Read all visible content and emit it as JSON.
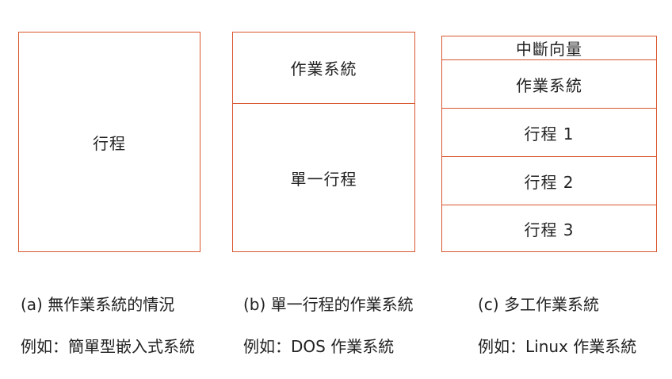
{
  "diagrams": [
    {
      "segments": [
        "行程"
      ],
      "caption": "(a) 無作業系統的情況",
      "example": "例如：簡單型嵌入式系統"
    },
    {
      "segments": [
        "作業系統",
        "單一行程"
      ],
      "caption": "(b) 單一行程的作業系統",
      "example": "例如：DOS 作業系統"
    },
    {
      "segments": [
        "中斷向量",
        "作業系統",
        "行程 1",
        "行程 2",
        "行程 3"
      ],
      "caption": "(c) 多工作業系統",
      "example": "例如：Linux 作業系統"
    }
  ],
  "colors": {
    "border": "#d9562e",
    "text": "#222222"
  }
}
